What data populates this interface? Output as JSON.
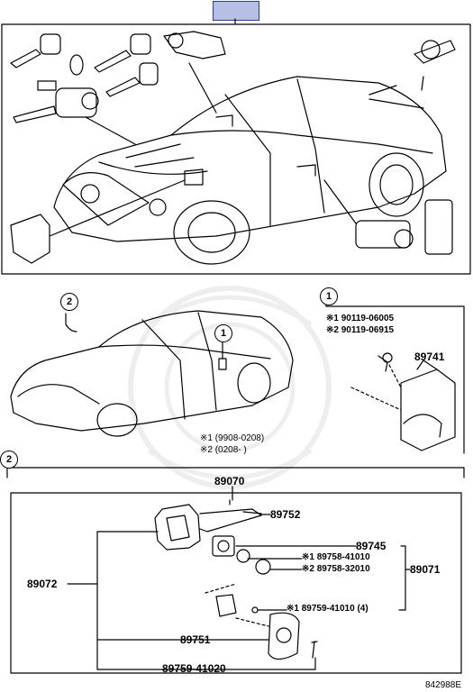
{
  "diagram": {
    "header_color": "#b7bfe6",
    "callout_1": "1",
    "callout_2": "2",
    "note_s1_part": "※1 90119-06005",
    "note_s2_part": "※2 90119-06915",
    "part_89741": "89741",
    "date_note_1": "※1 (9908-0208)",
    "date_note_2": "※2 (0208-     )",
    "part_89070": "89070",
    "part_89752": "89752",
    "part_89745": "89745",
    "part_89758_41010": "※1 89758-41010",
    "part_89758_32010": "※2 89758-32010",
    "part_89071": "89071",
    "part_89072": "89072",
    "part_89759_41010": "※1 89759-41010 (4)",
    "part_89751": "89751",
    "part_89759_41020": "89759-41020",
    "catalog_code": "842988E"
  }
}
